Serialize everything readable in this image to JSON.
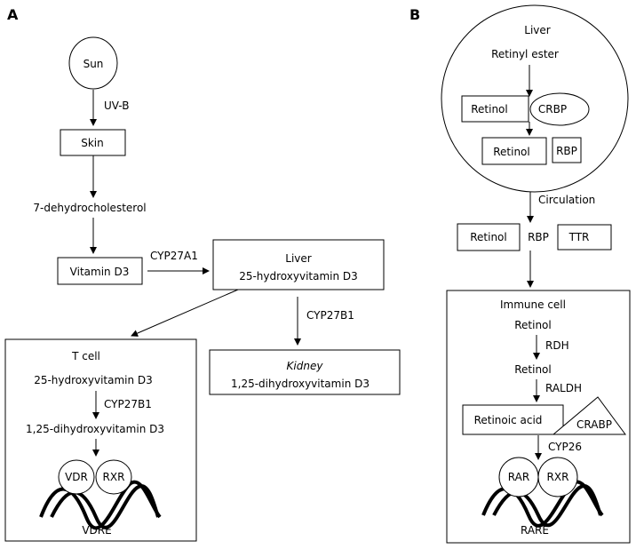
{
  "panel_a": {
    "label": "A",
    "sun": "Sun",
    "uvb": "UV-B",
    "skin": "Skin",
    "dehydro": "7-dehydrocholesterol",
    "vitd3": "Vitamin D3",
    "cyp27a1": "CYP27A1",
    "liver_title": "Liver",
    "liver_sub": "25-hydroxyvitamin D3",
    "cyp27b1_right": "CYP27B1",
    "kidney_title": "Kidney",
    "kidney_sub": "1,25-dihydroxyvitamin D3",
    "tcell_title": "T cell",
    "tcell_25oh": "25-hydroxyvitamin D3",
    "tcell_cyp27b1": "CYP27B1",
    "tcell_125": "1,25-dihydroxyvitamin D3",
    "vdr": "VDR",
    "rxr": "RXR",
    "vdre": "VDRE"
  },
  "panel_b": {
    "label": "B",
    "liver": "Liver",
    "retinyl_ester": "Retinyl ester",
    "retinol1": "Retinol",
    "crbp": "CRBP",
    "retinol2": "Retinol",
    "rbp1": "RBP",
    "circulation": "Circulation",
    "retinol3": "Retinol",
    "rbp2": "RBP",
    "ttr": "TTR",
    "immune_title": "Immune cell",
    "retinol4": "Retinol",
    "rdh": "RDH",
    "retinol5": "Retinol",
    "raldh": "RALDH",
    "retinoic_acid": "Retinoic acid",
    "crabp": "CRABP",
    "cyp26": "CYP26",
    "rar": "RAR",
    "rxr": "RXR",
    "rare": "RARE"
  }
}
